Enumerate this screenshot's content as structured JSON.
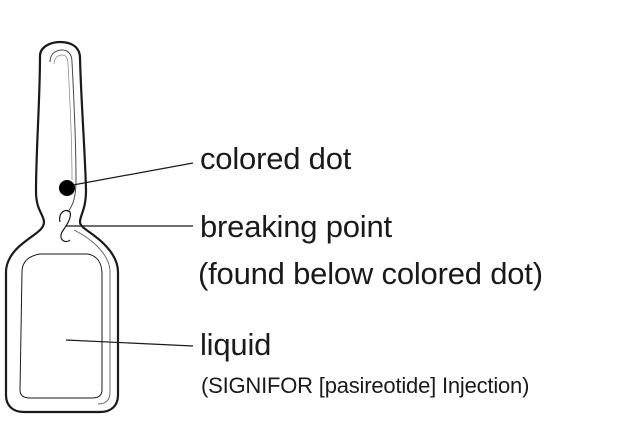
{
  "labels": {
    "colored_dot": "colored dot",
    "breaking_point": "breaking point",
    "breaking_point_note": "(found below colored dot)",
    "liquid": "liquid",
    "liquid_note": "(SIGNIFOR [pasireotide] Injection)"
  },
  "colors": {
    "outline": "#1a1a1a",
    "dot": "#000000",
    "background": "#ffffff"
  }
}
